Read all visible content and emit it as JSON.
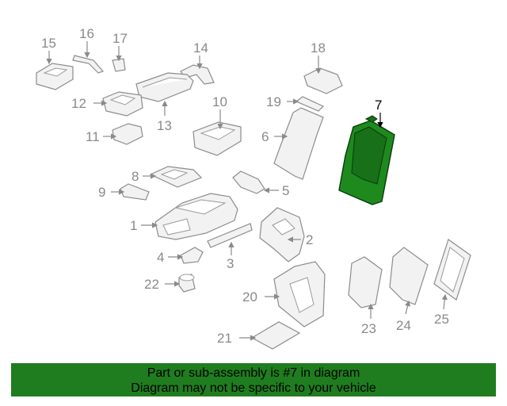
{
  "callouts": [
    "1",
    "2",
    "3",
    "4",
    "5",
    "6",
    "7",
    "8",
    "9",
    "10",
    "11",
    "12",
    "13",
    "14",
    "15",
    "16",
    "17",
    "18",
    "19",
    "20",
    "21",
    "22",
    "23",
    "24",
    "25"
  ],
  "highlighted_callout": "7",
  "colors": {
    "highlight": "#1e8a1e",
    "banner": "#1f7d1f",
    "label": "#8a8a8a"
  },
  "banner": {
    "line1": "Part or sub-assembly is #7 in diagram",
    "line2": "Diagram may not be specific to your vehicle"
  }
}
